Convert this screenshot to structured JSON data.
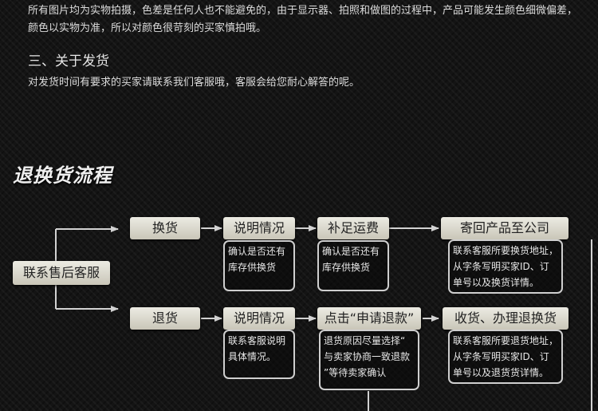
{
  "intro_text": "所有图片均为实物拍摄，色差是任何人也不能避免的，由于显示器、拍照和做图的过程中，产品可能发生颜色细微偏差，颜色以实物为准，所以对颜色很苛刻的买家慎拍哦。",
  "section3": {
    "title": "三、关于发货",
    "body": "对发货时间有要求的买家请联系我们客服哦，客服会给您耐心解答的呢。"
  },
  "flow": {
    "title": "退换货流程",
    "start": "联系售后客服",
    "exchange": {
      "step1": "换货",
      "step2": "说明情况",
      "step3": "补足运费",
      "step4": "寄回产品至公司",
      "note2": [
        "确认是否还有",
        "库存供换货"
      ],
      "note3": [
        "确认是否还有",
        "库存供换货"
      ],
      "note4": [
        "联系客服所要换货地址，",
        "从字条写明买家ID、订",
        "单号以及换货详情。"
      ]
    },
    "return": {
      "step1": "退货",
      "step2": "说明情况",
      "step3": "点击“申请退款”",
      "step4": "收货、办理退换货",
      "note2": [
        "联系客服说明",
        "具体情况。"
      ],
      "note3": [
        "退货原因尽量选择“",
        "与卖家协商一致退款",
        "”等待卖家确认"
      ],
      "note4": [
        "联系客服所要退货地址，",
        "从字条写明买家ID、订",
        "单号以及退货货详情。"
      ]
    }
  }
}
